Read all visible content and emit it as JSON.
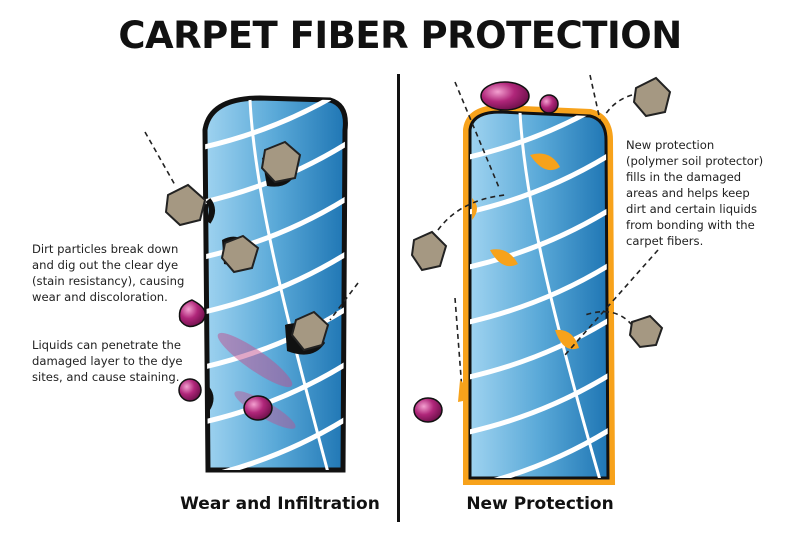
{
  "title": "CARPET FIBER PROTECTION",
  "left_panel": {
    "caption": "Wear and Infiltration",
    "notes": [
      [
        "Dirt particles break down",
        "and dig out the clear dye",
        "(stain resistancy), causing",
        "wear and discoloration."
      ],
      [
        "Liquids can penetrate the",
        "damaged layer to the dye",
        "sites, and cause staining."
      ]
    ]
  },
  "right_panel": {
    "caption": "New Protection",
    "notes": [
      [
        "New protection",
        "(polymer soil protector)",
        "fills in the damaged",
        "areas and helps keep",
        "dirt and certain liquids",
        "from bonding with the",
        "carpet fibers."
      ]
    ]
  },
  "colors": {
    "fiber": "#5aa9d8",
    "fiber_dark": "#1f76b4",
    "protector": "#f7a21b",
    "liquid": "#b0267a",
    "dirt": "#9a8d7a"
  }
}
